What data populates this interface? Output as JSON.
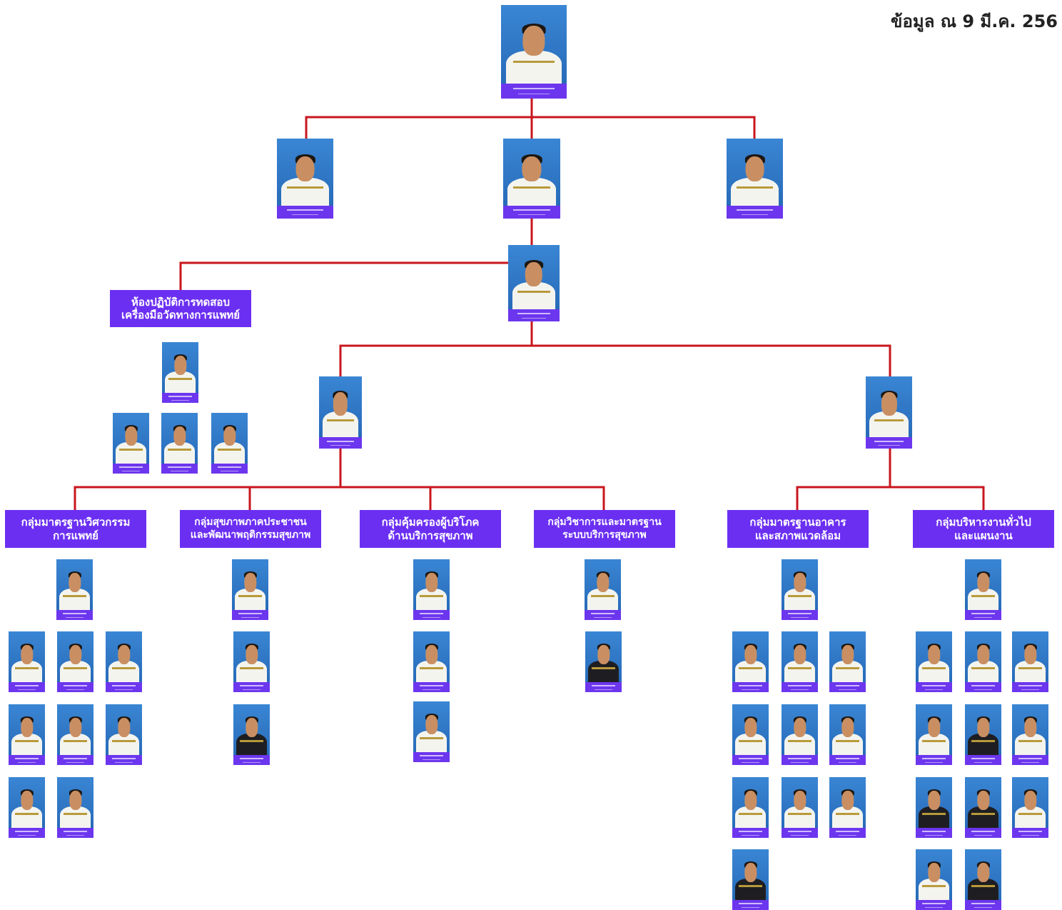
{
  "header": {
    "date_text": "ข้อมูล ณ 9 มี.ค. 256"
  },
  "colors": {
    "connector": "#c8161d",
    "label_box": "#6b2ff2",
    "caption_bar": "#6c36ee",
    "photo_bg": "#3a86d4"
  },
  "units": [
    {
      "line1": "ห้องปฏิบัติการทดสอบ",
      "line2": "เครื่องมือวัดทางการแพทย์"
    },
    {
      "line1": "กลุ่มมาตรฐานวิศวกรรม",
      "line2": "การแพทย์"
    },
    {
      "line1": "กลุ่มสุขภาพภาคประชาชน",
      "line2": "และพัฒนาพฤติกรรมสุขภาพ"
    },
    {
      "line1": "กลุ่มคุ้มครองผู้บริโภค",
      "line2": "ด้านบริการสุขภาพ"
    },
    {
      "line1": "กลุ่มวิชาการและมาตรฐาน",
      "line2": "ระบบบริการสุขภาพ"
    },
    {
      "line1": "กลุ่มมาตรฐานอาคาร",
      "line2": "และสภาพแวดล้อม"
    },
    {
      "line1": "กลุ่มบริหารงานทั่วไป",
      "line2": "และแผนงาน"
    }
  ]
}
